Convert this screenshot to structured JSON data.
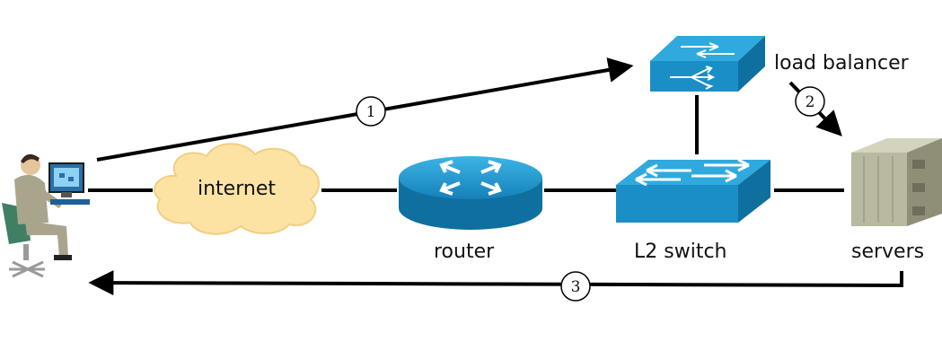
{
  "labels": {
    "internet": "internet",
    "router": "router",
    "l2_switch": "L2 switch",
    "servers": "servers",
    "load_balancer": "load balancer"
  },
  "steps": [
    "1",
    "2",
    "3"
  ],
  "colors": {
    "device_blue": "#1f9fd6",
    "device_blue_dark": "#0e6f9c",
    "cloud_fill": "#fce3a3",
    "server_fill": "#b9b9a0",
    "line": "#000000"
  },
  "icons": [
    "user-at-computer-icon",
    "cloud-icon",
    "router-icon",
    "switch-icon",
    "load-balancer-icon",
    "server-icon"
  ]
}
